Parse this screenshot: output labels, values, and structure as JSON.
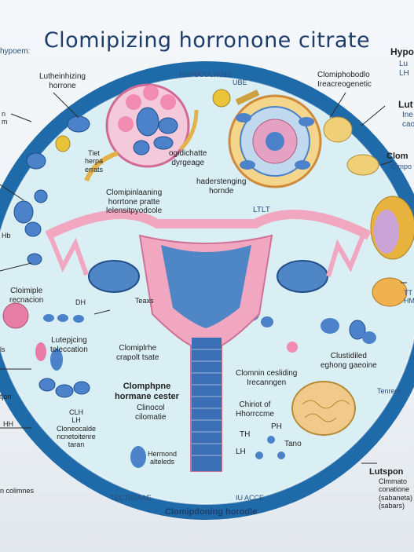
{
  "title": "Clomipizing horronone citrate",
  "footer": "Clomipdoning horodle",
  "labels": {
    "top_left_gland": "hypoem:",
    "lh_top": "Lutheinhizing\nhorrone",
    "cell_left_a": "Tiet\nherpa\nerrats",
    "cell_center": "ogidichatte\ndyrgeage",
    "center_hormone": "Clomipinlaaning\nhorrtone pratte\nlelensitpyodcole",
    "center_top_small": "HHPUUDLWJIIS",
    "center_ube": "UBE",
    "right_top": "Clomiphobodlo\nIreacreogenetic",
    "hypo_right": "Hypo",
    "hypo_right_sub": "Lu\nLH",
    "lut_right": "Lut",
    "lut_right_sub": "Ine\ncao",
    "clom_right": "Clom",
    "clom_right_sub": "Clmpo",
    "haze": "haderstenging\nhornde",
    "lh_mid": "LTLT",
    "left_edge_a": "n\nm",
    "left_edge_b": "Hb",
    "clomipile": "Cloimiple\nrecnacion",
    "dh": "DH",
    "teaxs": "Teaxs",
    "lutep": "Lutepjcing\ntoleccation",
    "clomipithe": "Clomiplrhe\ncrapolt tsate",
    "clomin": "Clomnin cesliding\nIrecanngen",
    "clusid": "Clustidiled\neghong gaeoine",
    "clomphone": "Clomphpne\nhormane cester",
    "clinocal": "Clinocol\ncilomatie",
    "chirbof": "Chiriot of\nHhorrccme",
    "clh": "CLH\nLH\nCloneocalde\nncnetoitenre\ntaran",
    "left_low_a": "ls",
    "left_low_b": "tjon",
    "left_low_c": "HH",
    "hormond": "Hermond\nalteleds",
    "tli": "TH",
    "ph": "PH",
    "lh_low": "LH",
    "tano": "Tano",
    "right_lm": "TT\nHM",
    "tenfers": "Tenrers",
    "luteper_right": "Lutspon",
    "luteper_right_sub": "Clmmato\nconatione\n(sabaneta)\n(sabars)",
    "bottom_left_corner": "n colimnes",
    "bottom_tag_l": "TECTIIBAAE",
    "bottom_tag_r": "IU ACCE"
  },
  "colors": {
    "circle_border": "#1f6aa8",
    "circle_fill": "#d4ecf2",
    "uterus_pink": "#f2a7c1",
    "uterus_blue": "#4f86c6",
    "title_blue": "#1d3d6b"
  }
}
